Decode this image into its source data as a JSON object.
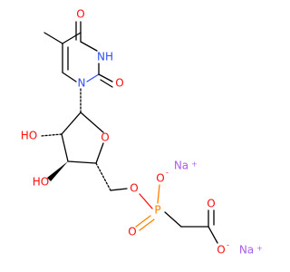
{
  "molecule": {
    "atoms": {
      "o_top": "O",
      "nh": "NH",
      "n1": "N",
      "o_carbonyl2": "O",
      "ho_1": "HO",
      "ho_2": "HO",
      "o_ring": "O",
      "o_ester": "O",
      "p": "P",
      "o_phos_minus": "O",
      "o_phos_double": "O",
      "o_acid_top": "O",
      "o_acid_minus": "O"
    },
    "charges": {
      "o_phos_minus": "-",
      "o_acid_minus": "-"
    },
    "counterions": [
      {
        "label": "Na",
        "charge": "+"
      },
      {
        "label": "Na",
        "charge": "+"
      }
    ]
  },
  "colors": {
    "oxygen": "#ff0d0d",
    "nitrogen": "#3050f8",
    "phosphorus": "#ff8000",
    "sodium": "#ab5cf2",
    "carbon": "#000000"
  }
}
